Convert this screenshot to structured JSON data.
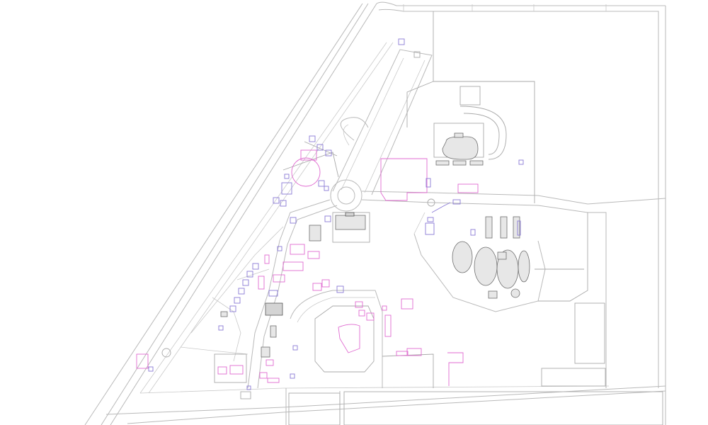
{
  "map": {
    "background": "#ffffff",
    "colors": {
      "road_outline": "#b9b9b9",
      "parcel_outline": "#a9a9a9",
      "highlight_magenta": "#e06ad0",
      "highlight_violet": "#8a7ad6",
      "building_fill": "#e7e7e7",
      "building_stroke": "#6f6f6f"
    },
    "layers": [
      "roads",
      "parcels",
      "buildings",
      "highlighted-footprints"
    ]
  }
}
